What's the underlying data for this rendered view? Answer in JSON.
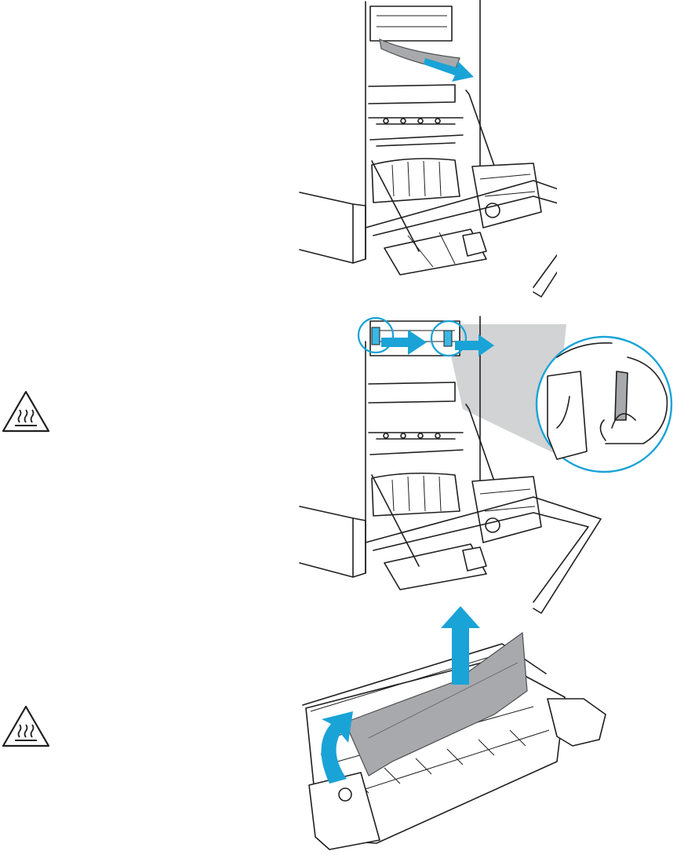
{
  "colors": {
    "accent_arrow": "#1aa3d7",
    "paper_gray": "#a7a9ac",
    "line": "#1f1f1f",
    "zoom_cone": "#d1d3d4"
  },
  "icons": {
    "step2_warning": "hot-surface-warning-icon",
    "step3_warning": "hot-surface-warning-icon"
  },
  "steps": [
    {
      "illustration": "remove-jammed-paper-from-door-area"
    },
    {
      "illustration": "lower-fuser-access-levers"
    },
    {
      "illustration": "lift-fuser-door-remove-paper"
    }
  ]
}
